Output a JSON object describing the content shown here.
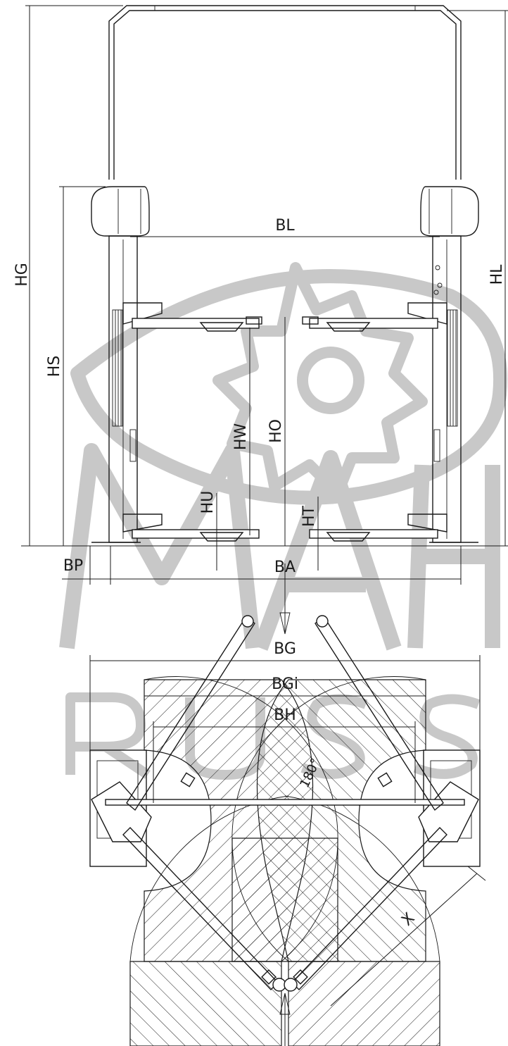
{
  "diagram": {
    "dimension_labels": {
      "hg": "HG",
      "hl": "HL",
      "hs": "HS",
      "bl": "BL",
      "hw": "HW",
      "ho": "HO",
      "hu": "HU",
      "ht": "HT",
      "bp": "BP",
      "ba": "BA",
      "bg": "BG",
      "bgi": "BGi",
      "bh": "BH",
      "angle": "180°",
      "x": "X"
    },
    "watermark": {
      "brand": "MAHA",
      "sub": "RUSS"
    },
    "colors": {
      "line": "#1a1a1a",
      "watermark": "#c8c8c8",
      "background": "#ffffff"
    }
  }
}
